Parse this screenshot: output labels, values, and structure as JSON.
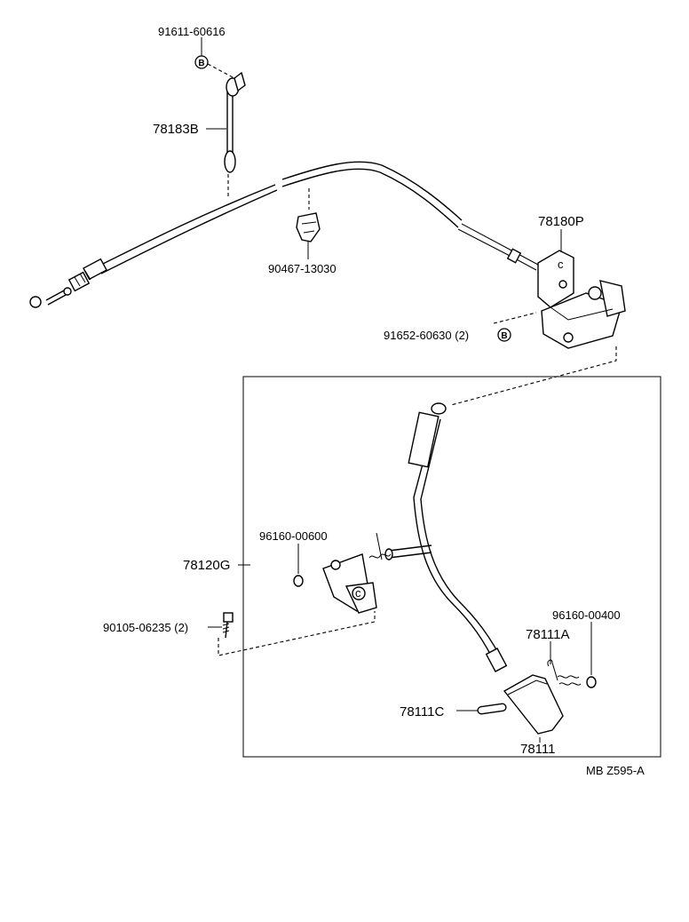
{
  "diagram_code": "MB Z595-A",
  "badge_letter": "B",
  "parts": {
    "p91611": "91611-60616",
    "p78183B": "78183B",
    "p90467": "90467-13030",
    "p78180P": "78180P",
    "p91652": "91652-60630 (2)",
    "p78120G": "78120G",
    "p96160_600": "96160-00600",
    "p90105": "90105-06235 (2)",
    "p96160_400": "96160-00400",
    "p78111A": "78111A",
    "p78111C": "78111C",
    "p78111": "78111"
  }
}
